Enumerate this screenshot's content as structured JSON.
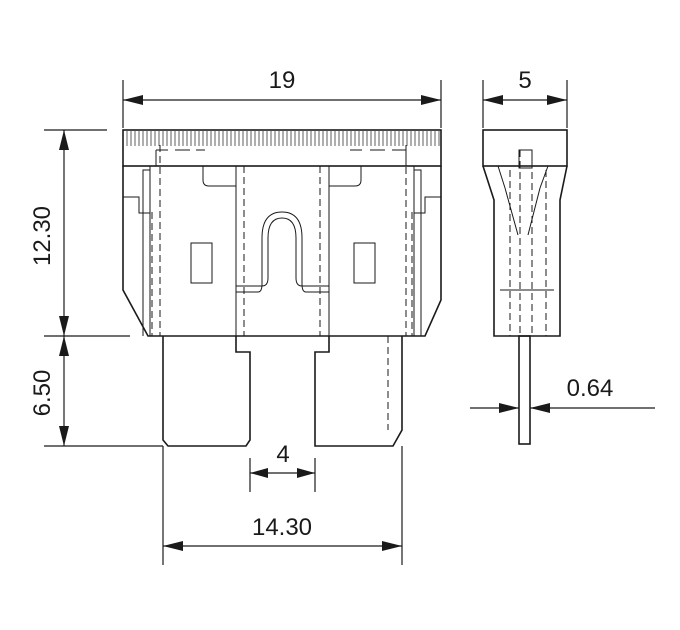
{
  "drawing": {
    "subject": "blade-fuse",
    "colors": {
      "line": "#1a1a1a",
      "background": "#ffffff"
    },
    "dimensions": {
      "overall_width": "19",
      "side_thickness": "5",
      "body_height": "12.30",
      "blade_length": "6.50",
      "blade_gap": "4",
      "blade_span": "14.30",
      "blade_thickness": "0.64"
    }
  }
}
